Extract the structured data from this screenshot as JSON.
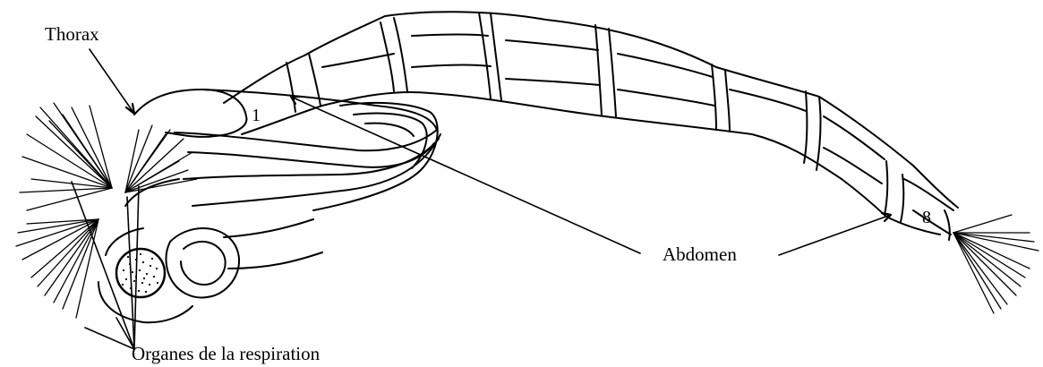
{
  "labels": {
    "thorax": "Thorax",
    "abdomen": "Abdomen",
    "respiration": "Organes de la respiration",
    "segment_first": "1",
    "segment_eighth": "8"
  },
  "colors": {
    "ink": "#000000",
    "background": "#ffffff"
  }
}
